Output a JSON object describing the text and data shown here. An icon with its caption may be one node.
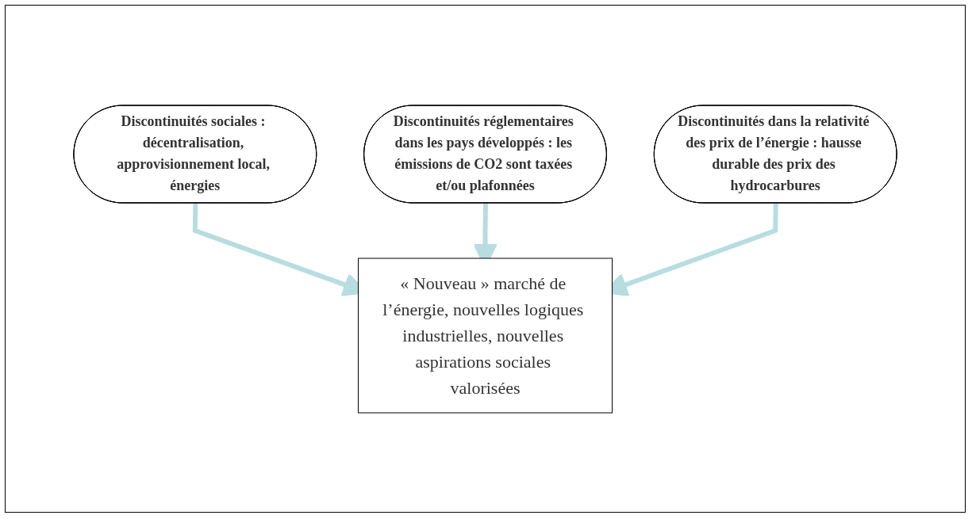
{
  "diagram": {
    "nodes": [
      {
        "text": [
          "Discontinuités sociales : décentralisation, approvisionnement local, énergies"
        ]
      },
      {
        "text": [
          "« Nouveau » marché de l’énergie, nouvelles logiques industrielles, nouvelles aspirations sociales valorisées"
        ]
      },
      {
        "text": [
          "Discontinuités réglementaires dans les pays développés : les émissions de CO2 sont taxées et/ou plafonnées"
        ]
      },
      {
        "text": [
          "Discontinuités dans la relativité des prix de l’énergie : hausse durable des prix des hydrocarbures"
        ]
      }
    ],
    "edges": [
      {
        "from": 0,
        "to": 1,
        "arrow": "to"
      },
      {
        "from": 2,
        "to": 1,
        "arrow": "to"
      },
      {
        "from": 3,
        "to": 1,
        "arrow": "to"
      }
    ]
  }
}
